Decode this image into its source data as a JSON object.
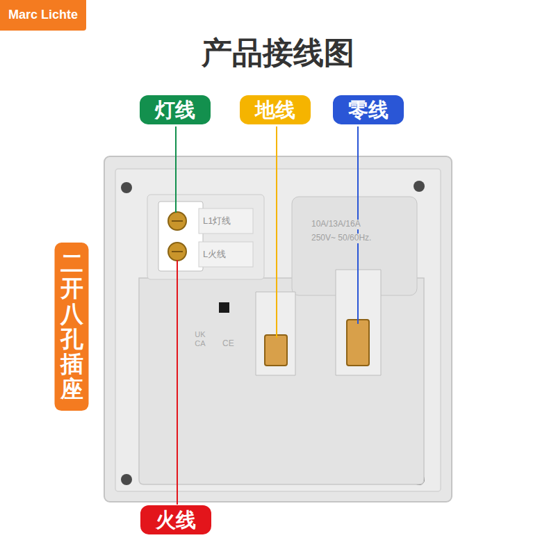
{
  "diagram": {
    "title": "产品接线图",
    "nodes": [
      {
        "text": [
          "Marc Lichte"
        ]
      },
      {
        "text": [
          "灯线"
        ]
      },
      {
        "text": [
          "地线"
        ]
      },
      {
        "text": [
          "零线"
        ]
      },
      {
        "text": [
          "二开八孔插座"
        ]
      },
      {
        "text": [
          "火线"
        ]
      }
    ],
    "labels": [
      "L1灯线",
      "L火线",
      "10A/13A/16A",
      "250V~ 50/60Hz.",
      "UK CA",
      "CE"
    ]
  }
}
